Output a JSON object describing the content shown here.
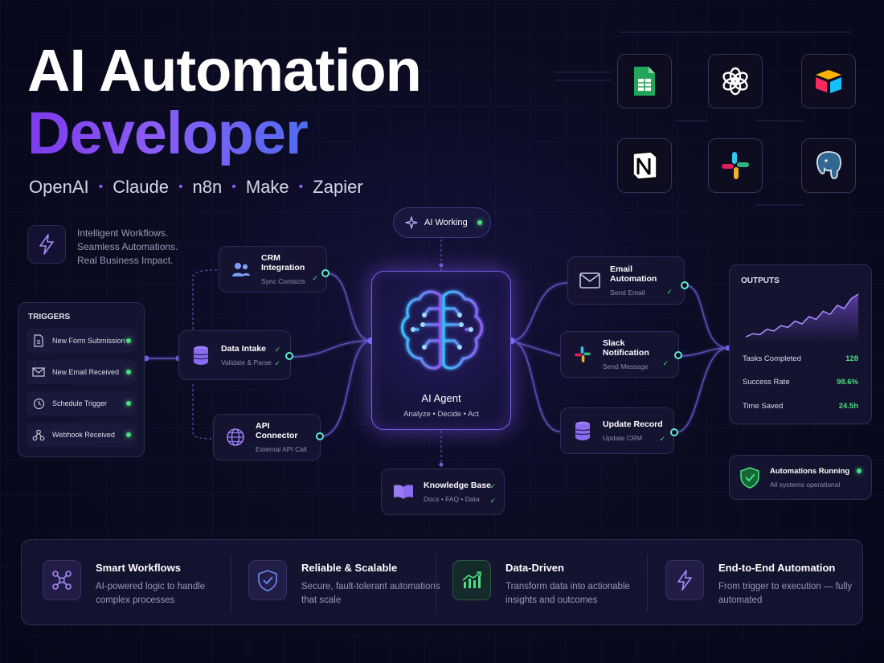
{
  "header": {
    "title_line1": "AI Automation",
    "title_line2": "Developer",
    "tools": [
      "OpenAI",
      "Claude",
      "n8n",
      "Make",
      "Zapier"
    ]
  },
  "tagline": [
    "Intelligent Workflows.",
    "Seamless Automations.",
    "Real Business Impact."
  ],
  "triggers": {
    "title": "TRIGGERS",
    "items": [
      {
        "label": "New Form Submission",
        "icon": "document-icon"
      },
      {
        "label": "New Email Received",
        "icon": "mail-icon"
      },
      {
        "label": "Schedule Trigger",
        "icon": "clock-icon"
      },
      {
        "label": "Webhook Received",
        "icon": "webhook-icon"
      }
    ]
  },
  "nodes": {
    "crm": {
      "title": "CRM Integration",
      "subtitle": "Sync Contacts",
      "icon": "users-icon"
    },
    "intake": {
      "title": "Data Intake",
      "subtitle": "Validate & Parse",
      "icon": "database-icon"
    },
    "api": {
      "title": "API Connector",
      "subtitle": "External API Call",
      "icon": "globe-icon"
    },
    "knowledge": {
      "title": "Knowledge Base",
      "subtitle": "Docs • FAQ • Data",
      "icon": "book-icon"
    },
    "email": {
      "title": "Email Automation",
      "subtitle": "Send Email",
      "icon": "mail-icon"
    },
    "slack": {
      "title": "Slack Notification",
      "subtitle": "Send Message",
      "icon": "slack-icon"
    },
    "record": {
      "title": "Update Record",
      "subtitle": "Update CRM",
      "icon": "database-icon"
    }
  },
  "agent": {
    "title": "AI Agent",
    "subtitle": "Analyze • Decide • Act",
    "icon": "brain-icon"
  },
  "ai_working": {
    "label": "AI Working",
    "icon": "sparkle-icon"
  },
  "outputs": {
    "title": "OUTPUTS",
    "trend": [
      0.05,
      0.12,
      0.1,
      0.22,
      0.18,
      0.3,
      0.26,
      0.4,
      0.34,
      0.5,
      0.44,
      0.62,
      0.55,
      0.75,
      0.68,
      0.9,
      1.0
    ],
    "metrics": [
      {
        "label": "Tasks Completed",
        "value": "128"
      },
      {
        "label": "Success Rate",
        "value": "98.6%"
      },
      {
        "label": "Time Saved",
        "value": "24.5h"
      }
    ]
  },
  "status": {
    "title": "Automations Running",
    "subtitle": "All systems operational"
  },
  "integrations": [
    "google-sheets-icon",
    "openai-icon",
    "airtable-icon",
    "notion-icon",
    "slack-icon",
    "postgresql-icon"
  ],
  "features": [
    {
      "title": "Smart Workflows",
      "desc": "AI-powered logic to handle complex processes",
      "icon": "workflow-icon",
      "color": "#a78bfa"
    },
    {
      "title": "Reliable & Scalable",
      "desc": "Secure, fault-tolerant automations that scale",
      "icon": "shield-check-icon",
      "color": "#6c8cf5"
    },
    {
      "title": "Data-Driven",
      "desc": "Transform data into actionable insights and outcomes",
      "icon": "trend-chart-icon",
      "color": "#4ade80"
    },
    {
      "title": "End-to-End Automation",
      "desc": "From trigger to execution — fully automated",
      "icon": "bolt-icon",
      "color": "#a78bfa"
    }
  ],
  "colors": {
    "accent": "#8b5cf6",
    "success": "#4ade80",
    "port": "#5eead4",
    "background": "#0b0b22"
  }
}
